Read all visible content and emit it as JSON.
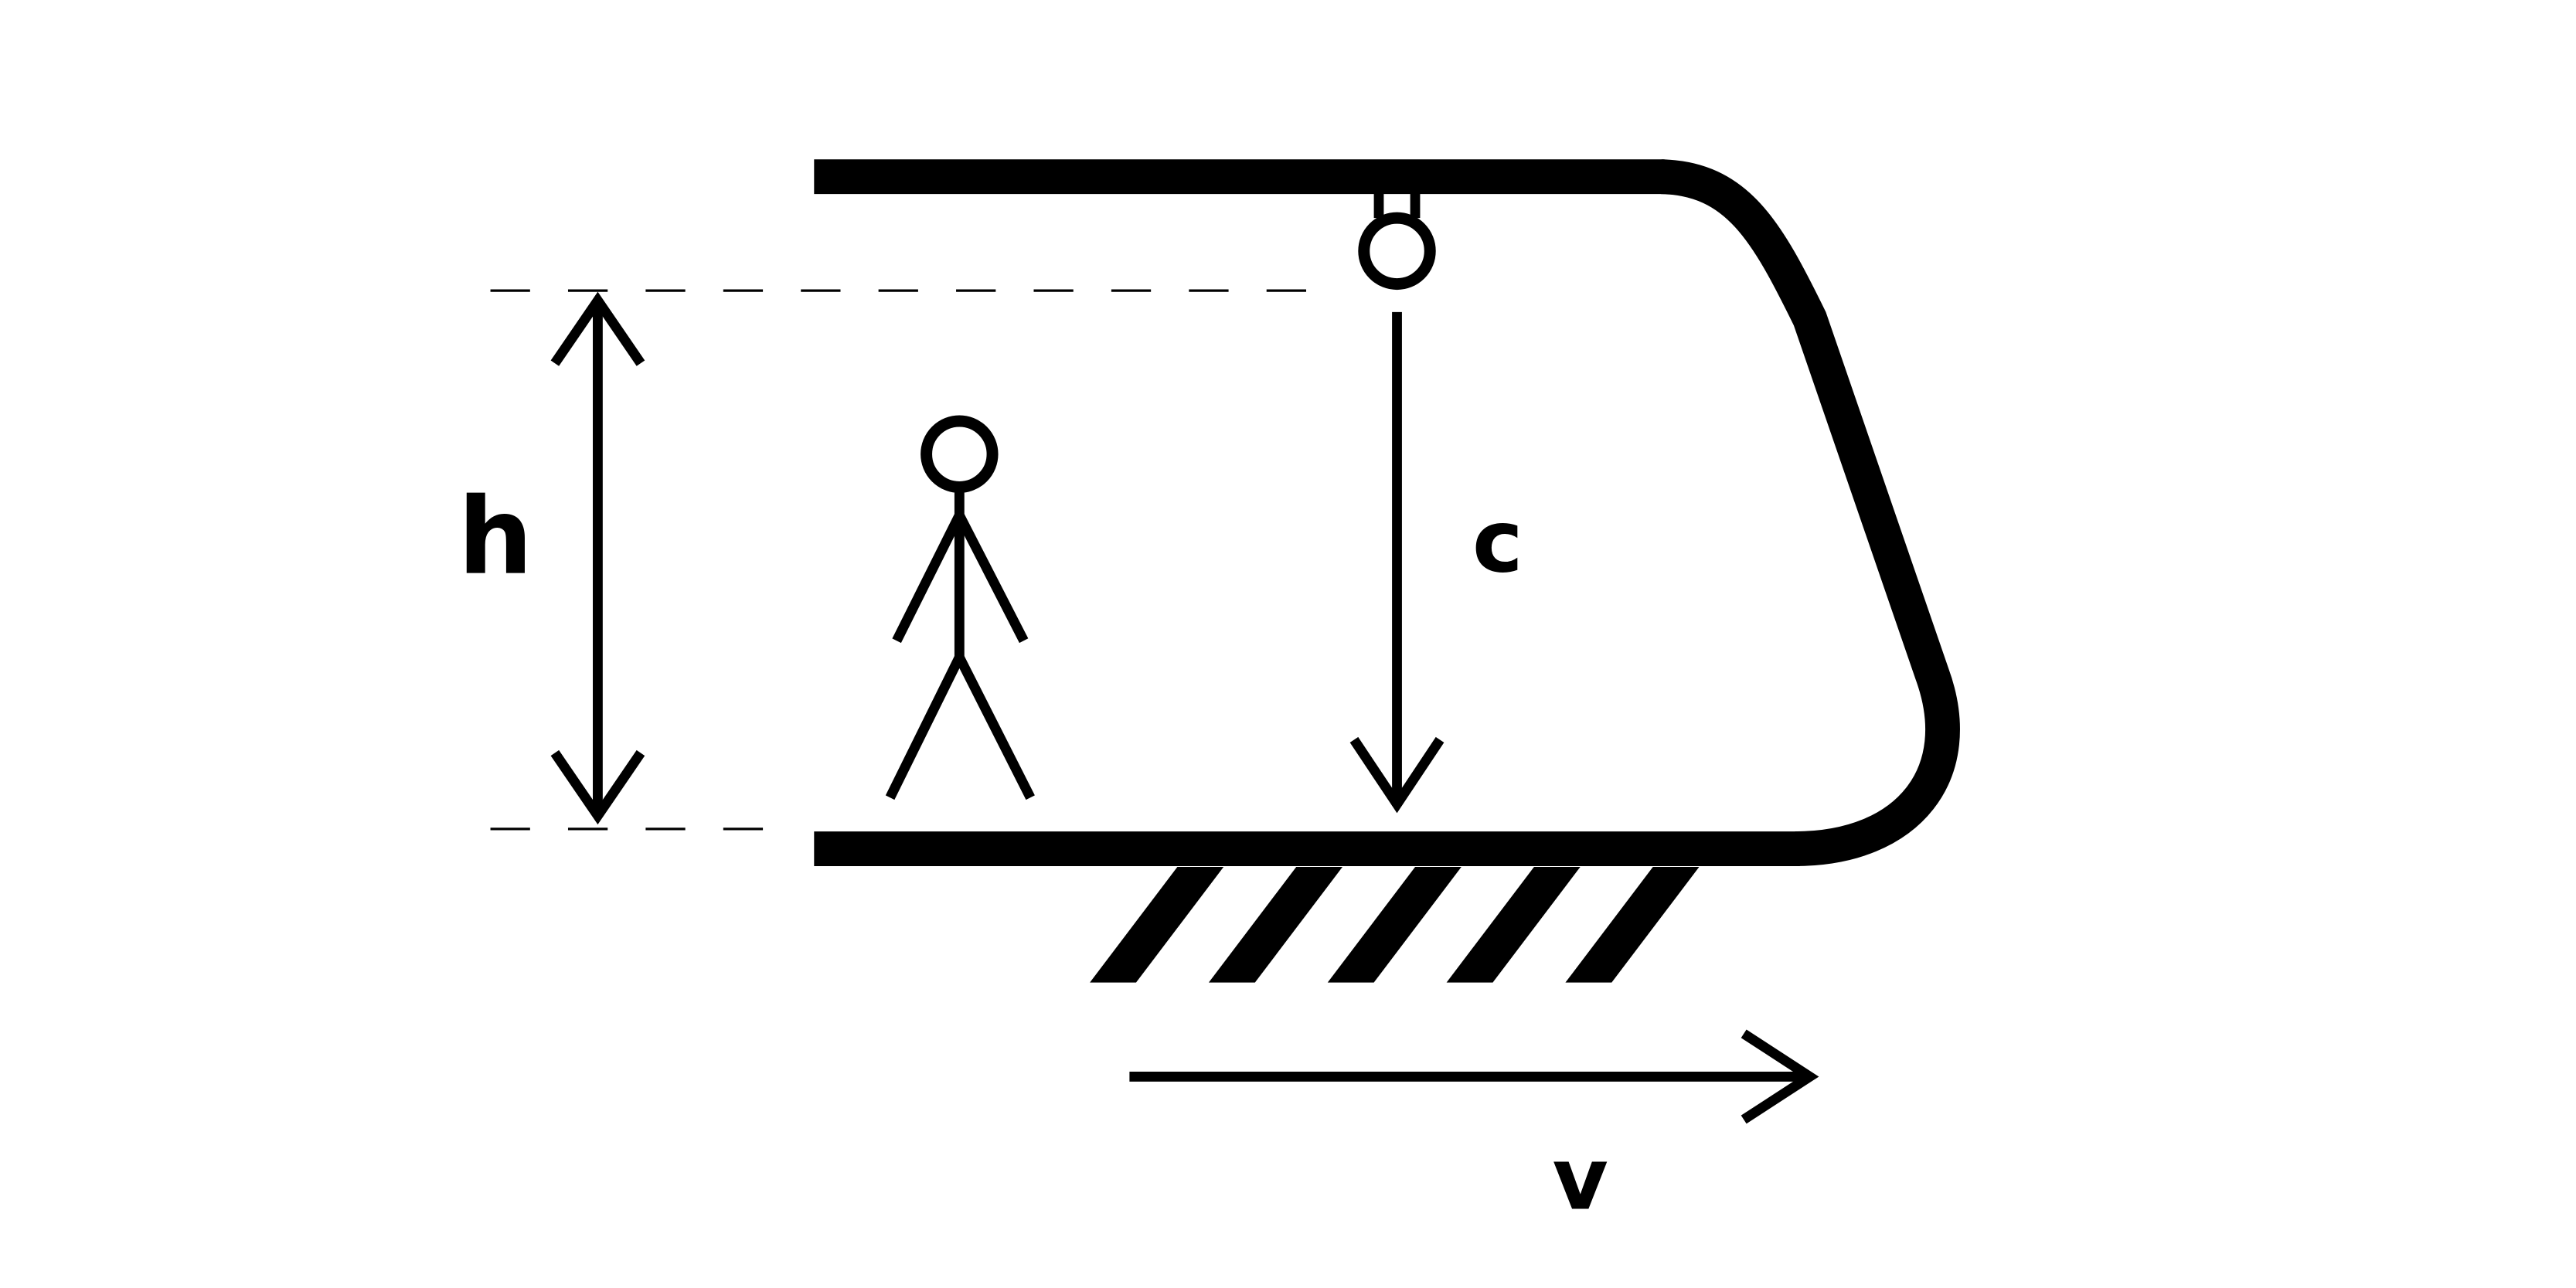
{
  "labels": {
    "height": "h",
    "light": "c",
    "velocity": "v"
  },
  "colors": {
    "ink": "#000000",
    "background": "#ffffff"
  }
}
